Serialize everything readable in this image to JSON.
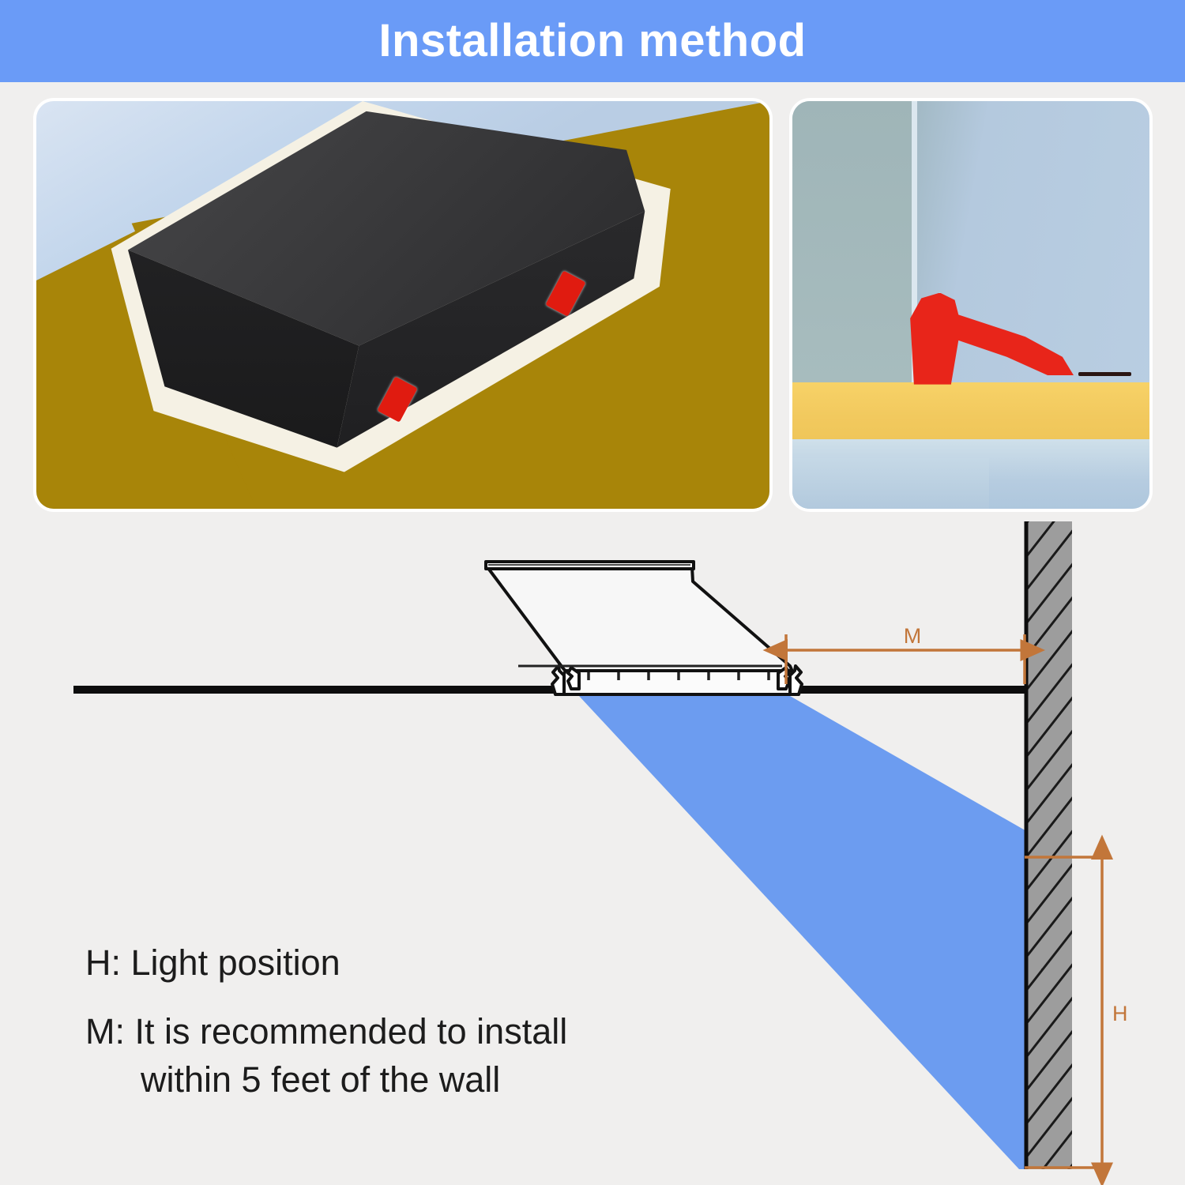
{
  "header": {
    "title": "Installation method",
    "background_color": "#6a9bf7",
    "text_color": "#ffffff"
  },
  "page": {
    "background_color": "#f0efee"
  },
  "photos": [
    {
      "name": "fixture-on-ceiling-photo",
      "description": "Black rectangular LED light fixture mounted flush on a gold ceiling surface with red mounting clips",
      "floor_color": "#a88509",
      "fixture_color": "#2b2b2d",
      "clip_color": "#e01b10"
    },
    {
      "name": "clip-detail-photo",
      "description": "Close-up side view of a red spring mounting clip against a blue-gray wall and yellow trim",
      "wall_color": "#a3bac6",
      "trim_color": "#f2c95e",
      "clip_color": "#e8251a"
    }
  ],
  "diagram": {
    "ceiling_line_color": "#0d0d0d",
    "fixture_outline_color": "#111111",
    "fixture_fill_color": "#f7f7f7",
    "beam_color": "#6c9cf0",
    "wall_fill_color": "#9d9d9d",
    "wall_hatch_color": "#1a1a1a",
    "dimension_color": "#c2763a",
    "labels": {
      "m": "M",
      "h": "H"
    }
  },
  "legend": {
    "h_label": "H: Light position",
    "m_label_line1": "M: It is recommended to install",
    "m_label_line2": "within 5 feet of the wall"
  }
}
